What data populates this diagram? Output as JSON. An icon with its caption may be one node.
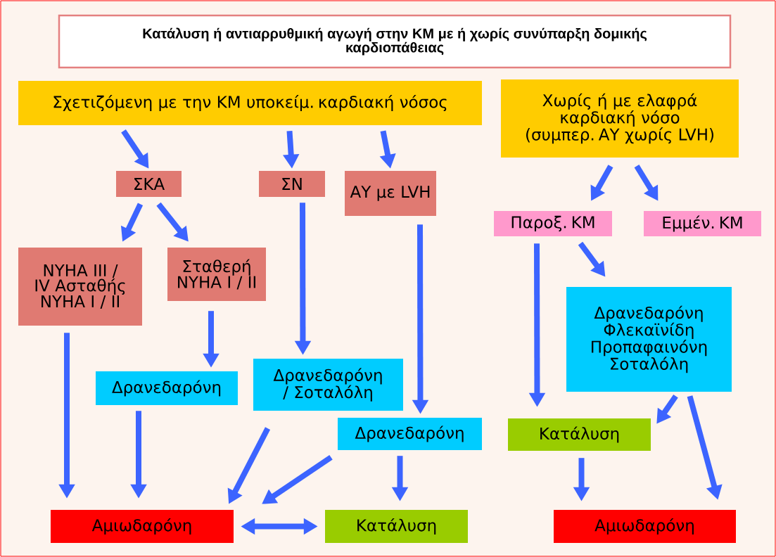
{
  "diagram": {
    "title": "Κατάλυση ή αντιαρρυθμική αγωγή στην ΚΜ με ή χωρίς συνύπαρξη δομικής καρδιοπάθειας",
    "nodes": [
      {
        "text": [
          "Σχετιζόμενη με την ΚΜ υποκείμ. καρδιακή νόσος"
        ]
      },
      {
        "text": [
          "Χωρίς ή με ελαφρά καρδιακή νόσο (συμπερ. ΑΥ χωρίς LVH)"
        ]
      },
      {
        "text": [
          "ΣΚΑ"
        ]
      },
      {
        "text": [
          "ΣΝ"
        ]
      },
      {
        "text": [
          "ΑΥ με LVH"
        ]
      },
      {
        "text": [
          "ΝΥΗΑ III / IV Ασταθής ΝΥΗΑ I / II"
        ]
      },
      {
        "text": [
          "Σταθερή ΝΥΗΑ I / II"
        ]
      },
      {
        "text": [
          "Δρανεδαρόνη"
        ]
      },
      {
        "text": [
          "Δρανεδαρόνη / Σοταλόλη"
        ]
      },
      {
        "text": [
          "Δρανεδαρόνη"
        ]
      },
      {
        "text": [
          "Αμιωδαρόνη"
        ]
      },
      {
        "text": [
          "Κατάλυση"
        ]
      },
      {
        "text": [
          "Παροξ. ΚΜ"
        ]
      },
      {
        "text": [
          "Εμμέν. ΚΜ"
        ]
      },
      {
        "text": [
          "Δρανεδαρόνη Φλεκαϊνίδη Προπαφαινόνη Σοταλόλη"
        ]
      },
      {
        "text": [
          "Κατάλυση"
        ]
      },
      {
        "text": [
          "Αμιωδαρόνη"
        ]
      }
    ],
    "edges": [
      {
        "from": 0,
        "to": 2,
        "arrow": "to"
      },
      {
        "from": 0,
        "to": 3,
        "arrow": "to"
      },
      {
        "from": 0,
        "to": 4,
        "arrow": "to"
      },
      {
        "from": 2,
        "to": 5,
        "arrow": "to"
      },
      {
        "from": 2,
        "to": 6,
        "arrow": "to"
      },
      {
        "from": 3,
        "to": 8,
        "arrow": "to"
      },
      {
        "from": 4,
        "to": 9,
        "arrow": "to"
      },
      {
        "from": 5,
        "to": 10,
        "arrow": "to"
      },
      {
        "from": 6,
        "to": 7,
        "arrow": "to"
      },
      {
        "from": 7,
        "to": 10,
        "arrow": "to"
      },
      {
        "from": 8,
        "to": 10,
        "arrow": "to"
      },
      {
        "from": 9,
        "to": 10,
        "arrow": "to"
      },
      {
        "from": 9,
        "to": 11,
        "arrow": "to"
      },
      {
        "from": 10,
        "to": 11,
        "arrow": "both"
      },
      {
        "from": 1,
        "to": 12,
        "arrow": "to"
      },
      {
        "from": 1,
        "to": 13,
        "arrow": "to"
      },
      {
        "from": 12,
        "to": 15,
        "arrow": "to"
      },
      {
        "from": 12,
        "to": 14,
        "arrow": "to"
      },
      {
        "from": 14,
        "to": 15,
        "arrow": "to"
      },
      {
        "from": 14,
        "to": 16,
        "arrow": "to"
      },
      {
        "from": 15,
        "to": 16,
        "arrow": "to"
      }
    ]
  }
}
